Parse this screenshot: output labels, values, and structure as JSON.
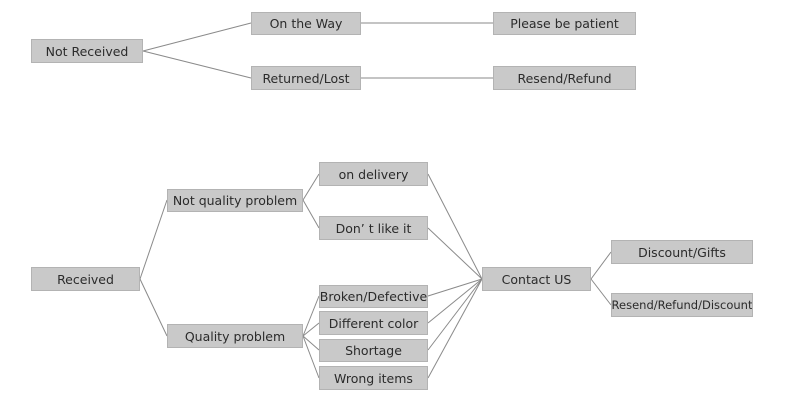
{
  "nodes": {
    "not_received": "Not Received",
    "on_the_way": "On the Way",
    "please_be_patient": "Please be patient",
    "returned_lost": "Returned/Lost",
    "resend_refund": "Resend/Refund",
    "received": "Received",
    "not_quality_problem": "Not quality problem",
    "on_delivery": "on delivery",
    "dont_like_it": "Don’ t like it",
    "quality_problem": "Quality problem",
    "broken_defective": "Broken/Defective",
    "different_color": "Different color",
    "shortage": "Shortage",
    "wrong_items": "Wrong items",
    "contact_us": "Contact US",
    "discount_gifts": "Discount/Gifts",
    "resend_refund_discount": "Resend/Refund/Discount"
  },
  "colors": {
    "node_fill": "#c9c9c9",
    "node_border": "#b3b3b3",
    "connector": "#8a8a8a"
  }
}
